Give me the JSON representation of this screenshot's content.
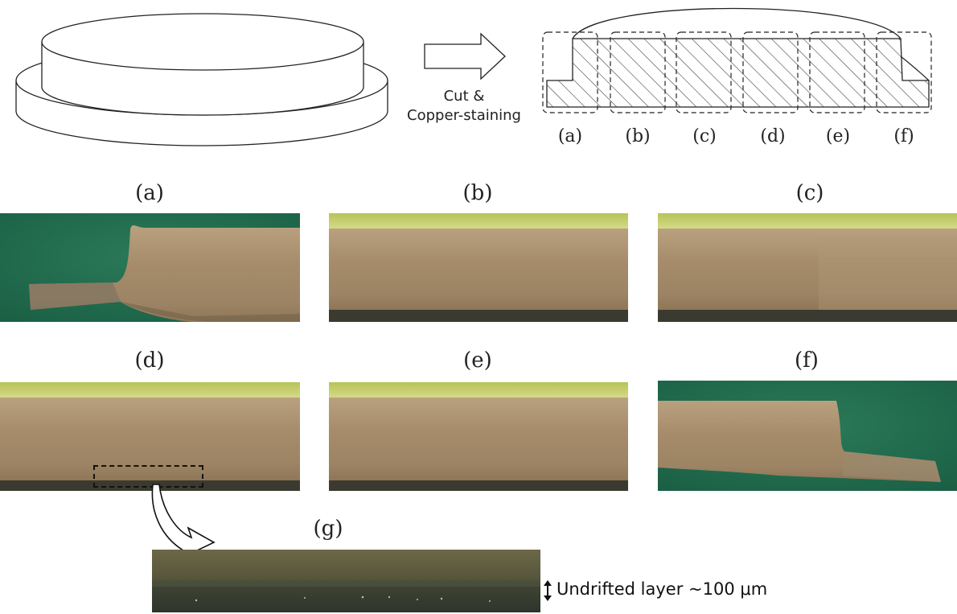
{
  "process": {
    "step_line1": "Cut &",
    "step_line2": "Copper-staining"
  },
  "schematic_labels": [
    "(a)",
    "(b)",
    "(c)",
    "(d)",
    "(e)",
    "(f)"
  ],
  "panels": {
    "a": "(a)",
    "b": "(b)",
    "c": "(c)",
    "d": "(d)",
    "e": "(e)",
    "f": "(f)",
    "g": "(g)"
  },
  "annotation": {
    "undrifted_layer": "Undrifted layer ~100 μm"
  },
  "colors": {
    "background_green": "#1d6b4e",
    "copper_body": "#a28a6c",
    "top_band": "#c9d36e",
    "bottom_layer": "#3b3a30"
  },
  "icons": {
    "process_arrow": "right-arrow-icon",
    "zoom_arrow": "curved-arrow-icon",
    "thickness_marker": "double-arrow-icon"
  }
}
